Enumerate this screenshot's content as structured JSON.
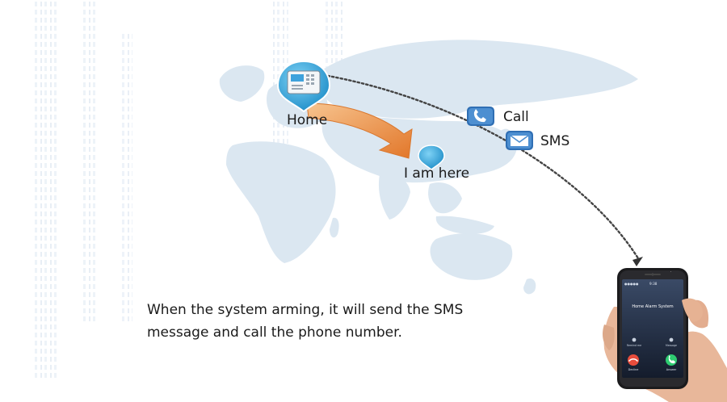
{
  "labels": {
    "home": "Home",
    "here": "I am here",
    "call": "Call",
    "sms": "SMS"
  },
  "caption": {
    "line1": "When the system arming, it will send the SMS",
    "line2": "message and call the phone number."
  },
  "phone_screen": {
    "status_time": "9:38",
    "caller": "Home Alarm System",
    "action_remind": "Remind me",
    "action_message": "Message",
    "action_decline": "Decline",
    "action_answer": "Answer"
  },
  "icons": {
    "home_marker": "alarm-panel-pin-icon",
    "here_marker": "location-pin-icon",
    "call": "phone-icon",
    "sms": "envelope-icon"
  },
  "colors": {
    "map": "#dbe7f1",
    "marker_blue": "#2aa3dc",
    "arrow_orange": "#e98a3c",
    "decline_red": "#e74c3c",
    "answer_green": "#2ecc71",
    "phone_body": "#1b1b1d"
  }
}
